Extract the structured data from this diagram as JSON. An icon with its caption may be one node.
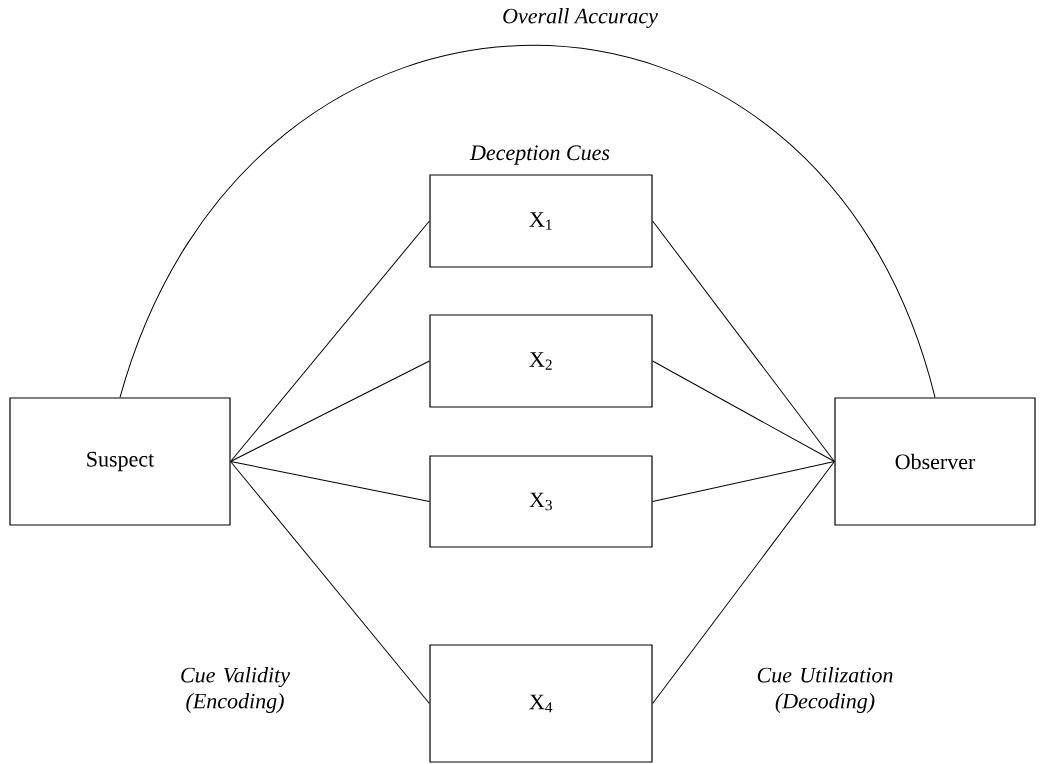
{
  "diagram": {
    "nodes": [
      {
        "text": [
          "Suspect"
        ]
      },
      {
        "text": [
          "X$_{1}$"
        ]
      },
      {
        "text": [
          "X$_{2}$"
        ]
      },
      {
        "text": [
          "X$_{3}$"
        ]
      },
      {
        "text": [
          "X$_{4}$"
        ]
      },
      {
        "text": [
          "Observer"
        ]
      }
    ],
    "edges": [
      {
        "from": 0,
        "to": 5,
        "arrow": "none",
        "label": "Overall Accuracy"
      },
      {
        "from": 0,
        "to": 1,
        "arrow": "none"
      },
      {
        "from": 0,
        "to": 2,
        "arrow": "none"
      },
      {
        "from": 0,
        "to": 3,
        "arrow": "none"
      },
      {
        "from": 0,
        "to": 4,
        "arrow": "none"
      },
      {
        "from": 1,
        "to": 5,
        "arrow": "none"
      },
      {
        "from": 2,
        "to": 5,
        "arrow": "none"
      },
      {
        "from": 3,
        "to": 5,
        "arrow": "none"
      },
      {
        "from": 4,
        "to": 5,
        "arrow": "none"
      }
    ],
    "labels": [
      "Deception Cues",
      "Cue Validity (Encoding)",
      "Cue Utilization (Decoding)"
    ]
  }
}
